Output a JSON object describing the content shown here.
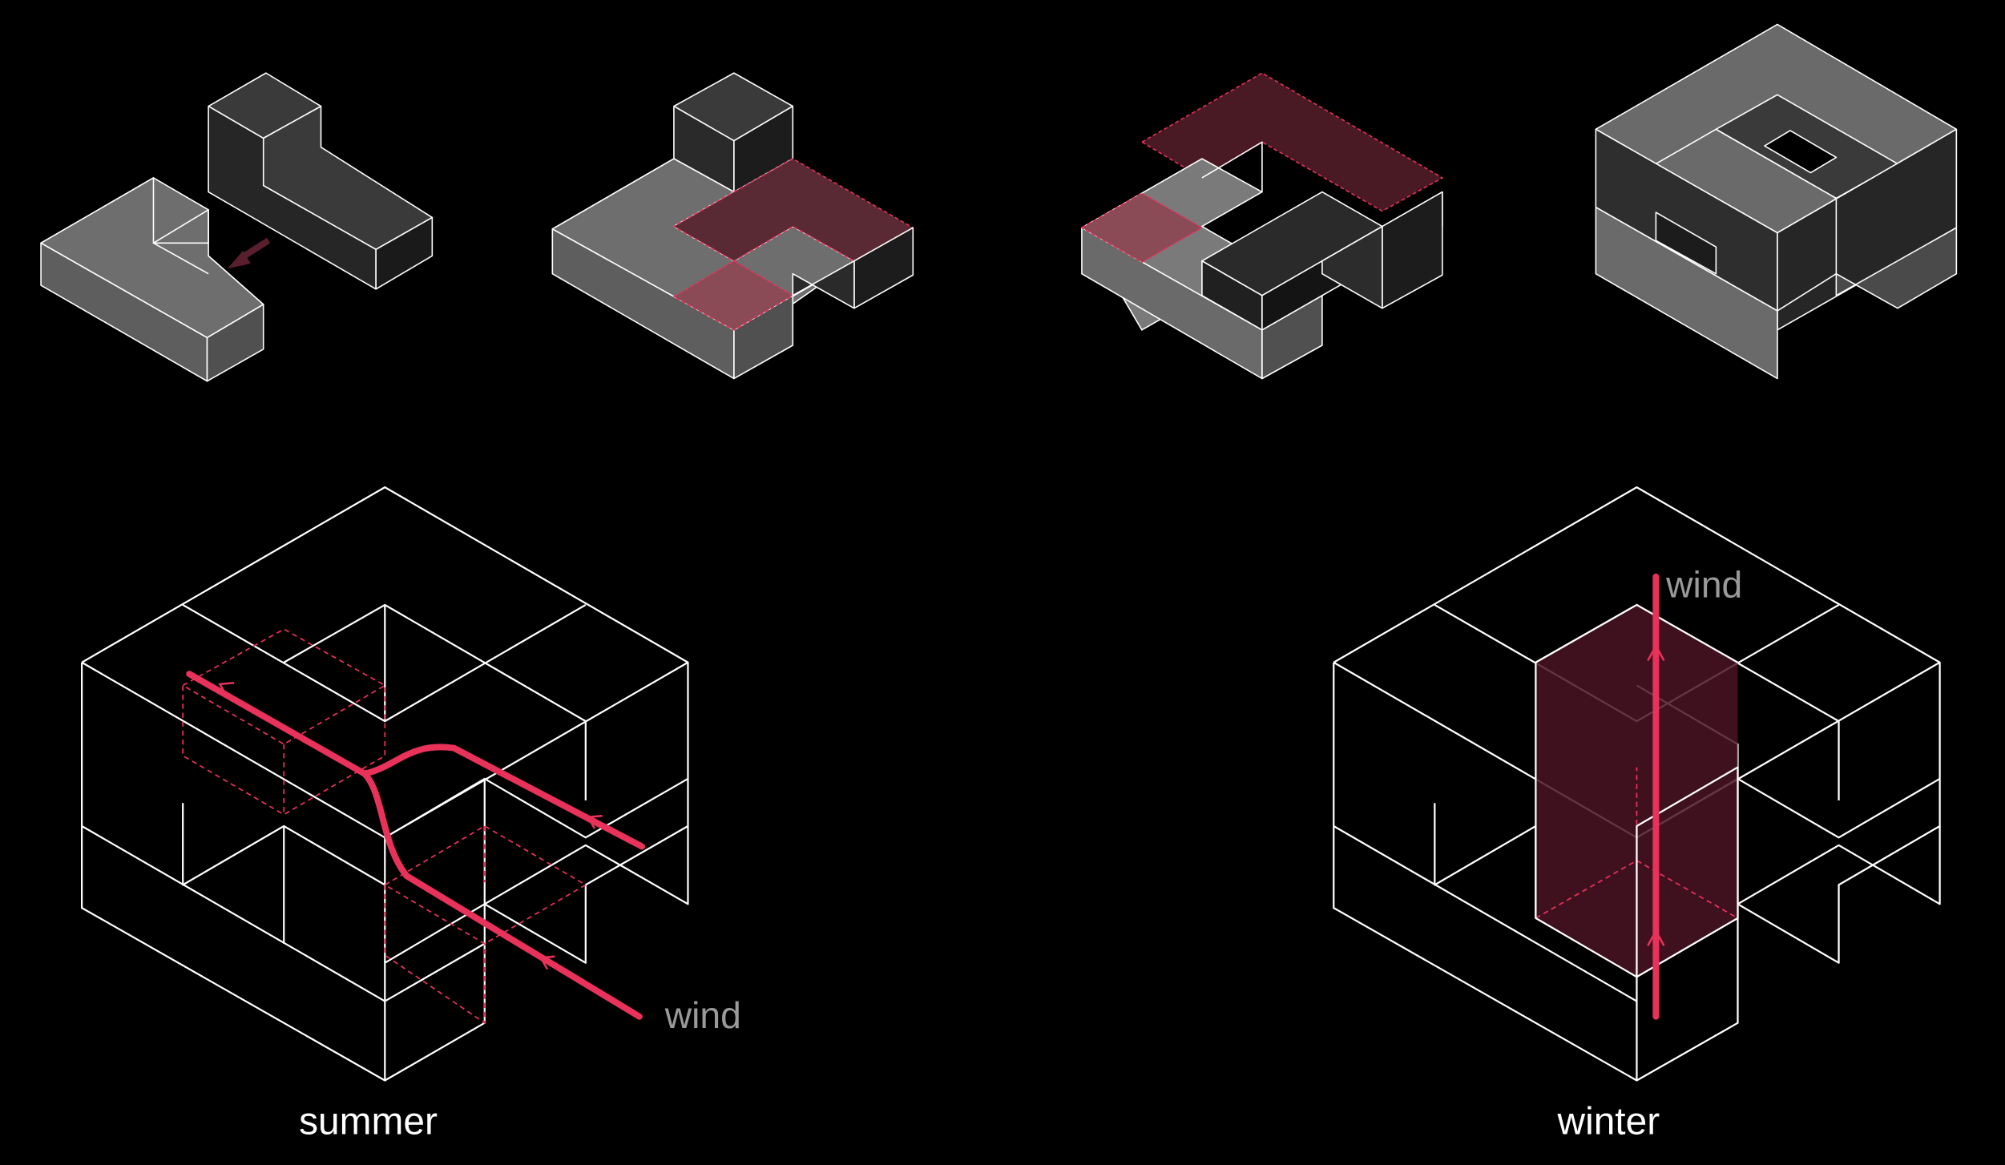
{
  "colors": {
    "background": "#000000",
    "line": "#ffffff",
    "accent": "#e8325a",
    "wind_label": "#9a9a9a",
    "light_mass": "#6e6e6e",
    "dark_mass": "#2c2c2c",
    "tint": "#5a1f2c"
  },
  "labels": {
    "summer": "summer",
    "winter": "winter",
    "wind_summer": "wind",
    "wind_winter": "wind"
  }
}
